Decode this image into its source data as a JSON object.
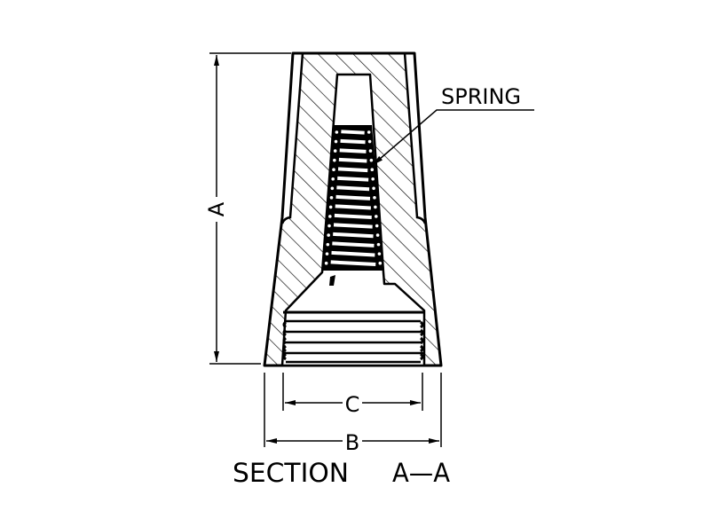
{
  "labels": {
    "spring": "SPRING",
    "dim_a": "A",
    "dim_b": "B",
    "dim_c": "C",
    "section_word": "SECTION",
    "section_id": "A—A"
  },
  "colors": {
    "line": "#000000",
    "background": "#ffffff"
  },
  "spring_coils": 15,
  "thread_count": 5
}
